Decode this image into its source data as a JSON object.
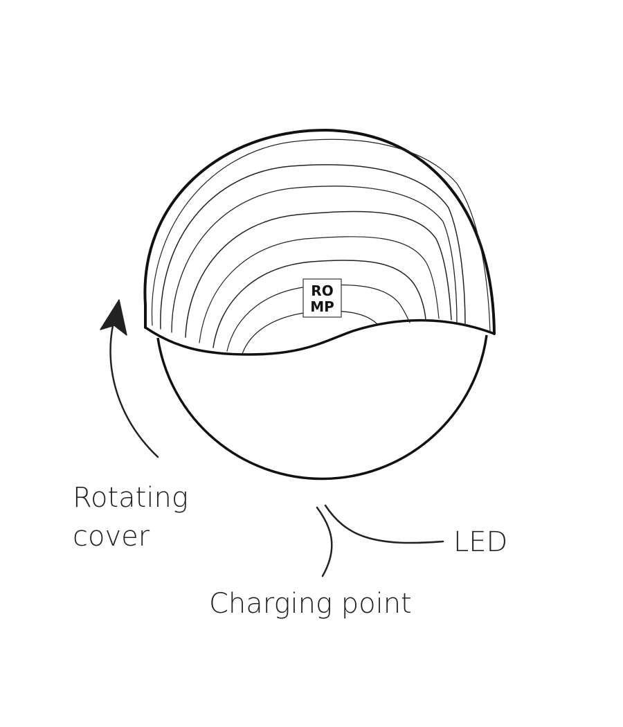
{
  "diagram": {
    "logo": {
      "line1": "RO",
      "line2": "MP"
    },
    "labels": {
      "rotating_line1": "Rotating",
      "rotating_line2": "cover",
      "led": "LED",
      "charging": "Charging point"
    },
    "colors": {
      "stroke": "#111111",
      "text": "#222222",
      "background": "#ffffff"
    }
  }
}
